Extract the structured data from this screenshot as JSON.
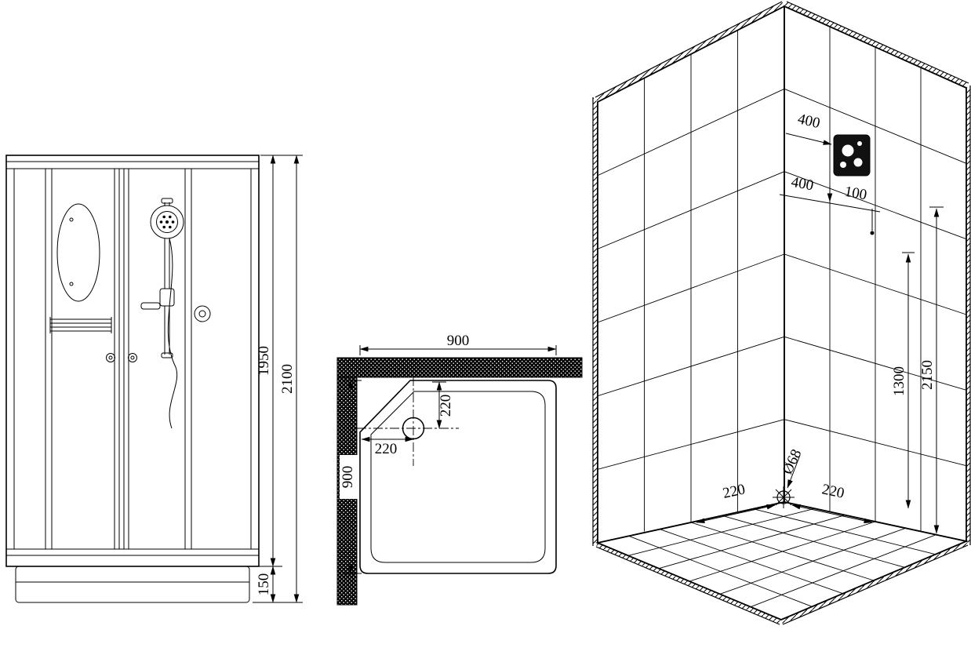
{
  "drawing": {
    "front_view": {
      "dim_inner_height": "1950",
      "dim_total_height": "2100",
      "dim_tray_height": "150"
    },
    "plan_view": {
      "dim_width": "900",
      "dim_depth": "900",
      "dim_drain_offset_x": "220",
      "dim_drain_offset_y": "220"
    },
    "iso_view": {
      "dim_panel_width": "400",
      "dim_panel_offset": "400",
      "dim_panel_gap": "100",
      "dim_panel_height": "1300",
      "dim_wall_height": "2150",
      "dim_drain_offset_left": "220",
      "dim_drain_offset_right": "220",
      "dim_drain_diameter": "Ø68"
    },
    "colors": {
      "line": "#000000",
      "background": "#ffffff",
      "panel_fill": "#111111"
    }
  }
}
